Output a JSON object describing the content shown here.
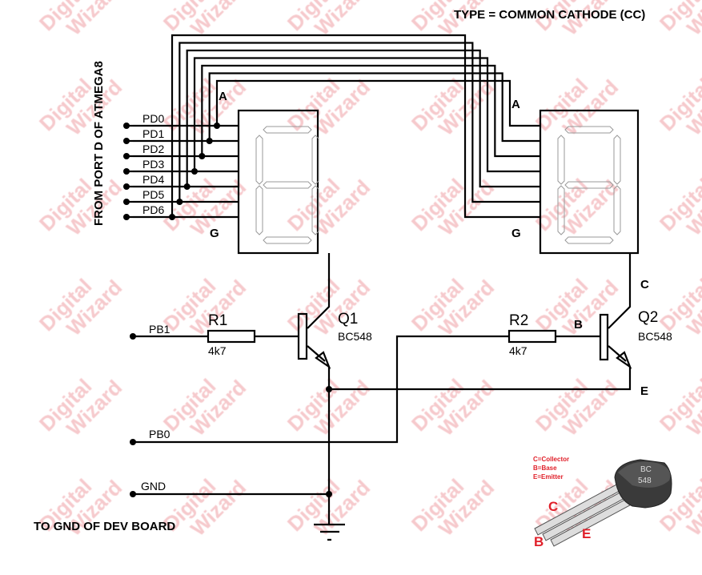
{
  "title": "TYPE = COMMON CATHODE (CC)",
  "port_label": "FROM PORT D OF ATMEGA8",
  "port_pins": [
    "PD0",
    "PD1",
    "PD2",
    "PD3",
    "PD4",
    "PD5",
    "PD6"
  ],
  "display1": {
    "top_pin": "A",
    "bottom_pin": "G"
  },
  "display2": {
    "top_pin": "A",
    "bottom_pin": "G"
  },
  "q1": {
    "name": "Q1",
    "part": "BC548"
  },
  "q2": {
    "name": "Q2",
    "part": "BC548",
    "collector": "C",
    "base": "B",
    "emitter": "E"
  },
  "r1": {
    "name": "R1",
    "value": "4k7"
  },
  "r2": {
    "name": "R2",
    "value": "4k7"
  },
  "inputs": {
    "pb1": "PB1",
    "pb0": "PB0",
    "gnd": "GND"
  },
  "gnd_note": "TO GND OF DEV BOARD",
  "legend": {
    "c": "C=Collector",
    "b": "B=Base",
    "e": "E=Emitter"
  },
  "pkg_labels": {
    "c": "C",
    "b": "B",
    "e": "E",
    "marking1": "BC",
    "marking2": "548"
  },
  "watermark": {
    "line1": "Digital",
    "line2": "Wizard"
  },
  "colors": {
    "wire": "#000000",
    "watermark": "#f6c9cc",
    "legend": "#e0202a"
  }
}
